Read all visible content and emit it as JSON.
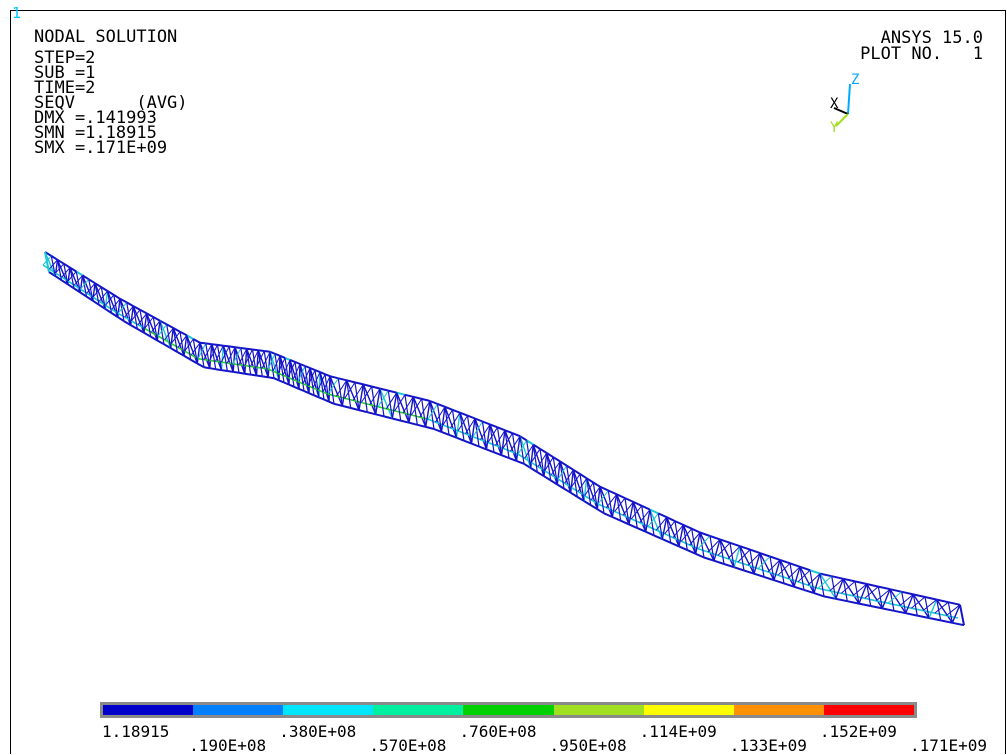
{
  "window_number": "1",
  "info": {
    "title": "NODAL SOLUTION",
    "lines": [
      "STEP=2",
      "SUB =1",
      "TIME=2",
      "SEQV      (AVG)",
      "DMX =.141993",
      "SMN =1.18915",
      "SMX =.171E+09"
    ]
  },
  "brand": {
    "product": "ANSYS 15.0",
    "plot": "PLOT NO.   1"
  },
  "triad": {
    "z": "Z",
    "x": "X",
    "y": "Y"
  },
  "legend": {
    "colors": [
      "#0000c8",
      "#0080ff",
      "#00e6ff",
      "#00f0a0",
      "#00d000",
      "#a0e020",
      "#ffff00",
      "#ff9000",
      "#ff0000"
    ],
    "labels_lower": [
      "1.18915",
      ".380E+08",
      ".760E+08",
      ".114E+09",
      ".152E+09"
    ],
    "labels_upper": [
      ".190E+08",
      ".570E+08",
      ".950E+08",
      ".133E+09",
      ".171E+09"
    ]
  }
}
